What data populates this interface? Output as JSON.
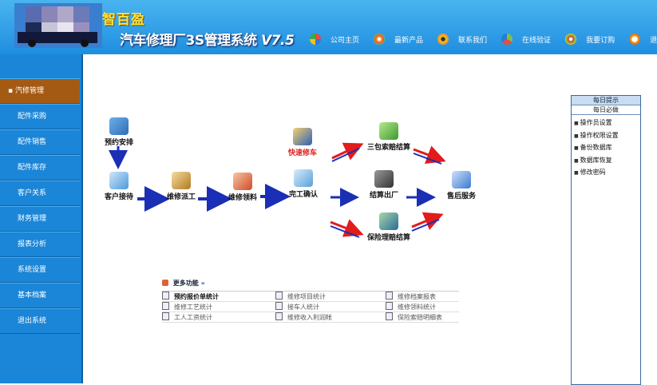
{
  "header": {
    "brand": "智百盈",
    "title": "汽车修理厂3S管理系统",
    "version": "V7.5",
    "nav": [
      {
        "label": "公司主页",
        "icon": "pie-icon",
        "color": "#e84c3d"
      },
      {
        "label": "最新产品",
        "icon": "flower-icon",
        "color": "#f1a22e"
      },
      {
        "label": "联系我们",
        "icon": "people-icon",
        "color": "#f5c518"
      },
      {
        "label": "在线验证",
        "icon": "spark-icon",
        "color": "#7cc242"
      },
      {
        "label": "我要订购",
        "icon": "flower-icon",
        "color": "#e2452f"
      },
      {
        "label": "退出系",
        "icon": "search-icon",
        "color": "#f3a31b"
      }
    ]
  },
  "sidebar": {
    "items": [
      {
        "label": "汽修管理",
        "active": true
      },
      {
        "label": "配件采购"
      },
      {
        "label": "配件销售"
      },
      {
        "label": "配件库存"
      },
      {
        "label": "客户关系"
      },
      {
        "label": "财务管理"
      },
      {
        "label": "报表分析"
      },
      {
        "label": "系统设置"
      },
      {
        "label": "基本档案"
      },
      {
        "label": "退出系统"
      }
    ]
  },
  "right_panel": {
    "title": "每日提示",
    "subtitle": "每日必做",
    "items": [
      "操作员设置",
      "操作权限设置",
      "备份数据库",
      "数据库恢复",
      "修改密码"
    ]
  },
  "flow": {
    "nodes": [
      {
        "label": "预约安排",
        "icon": "calendar-icon",
        "color": "#3a8cd6"
      },
      {
        "label": "客户接待",
        "icon": "reception-icon",
        "color": "#4a9ad8"
      },
      {
        "label": "维修派工",
        "icon": "dispatch-icon",
        "color": "#d6a43a"
      },
      {
        "label": "维修领料",
        "icon": "parts-icon",
        "color": "#e0603a"
      },
      {
        "label": "快速修车",
        "icon": "tools-icon",
        "color": "#e8a21c"
      },
      {
        "label": "完工确认",
        "icon": "check-icon",
        "color": "#5aa0d8"
      },
      {
        "label": "三包索赔结算",
        "icon": "money-bag-icon",
        "color": "#4ab84a"
      },
      {
        "label": "结算出厂",
        "icon": "calculator-icon",
        "color": "#555555"
      },
      {
        "label": "保险理赔结算",
        "icon": "insurance-icon",
        "color": "#3a8c3a"
      },
      {
        "label": "售后服务",
        "icon": "service-icon",
        "color": "#3a7ad0"
      }
    ]
  },
  "more": {
    "heading": "更多功能",
    "links": [
      {
        "label": "预约报价单统计",
        "strong": true
      },
      {
        "label": "维修项目统计"
      },
      {
        "label": "维修档案报表"
      },
      {
        "label": "维修工艺统计"
      },
      {
        "label": "接车人统计"
      },
      {
        "label": "维修领料统计"
      },
      {
        "label": "工人工资统计"
      },
      {
        "label": "维修收入利润帐"
      },
      {
        "label": "保险索赔明细表"
      }
    ]
  }
}
